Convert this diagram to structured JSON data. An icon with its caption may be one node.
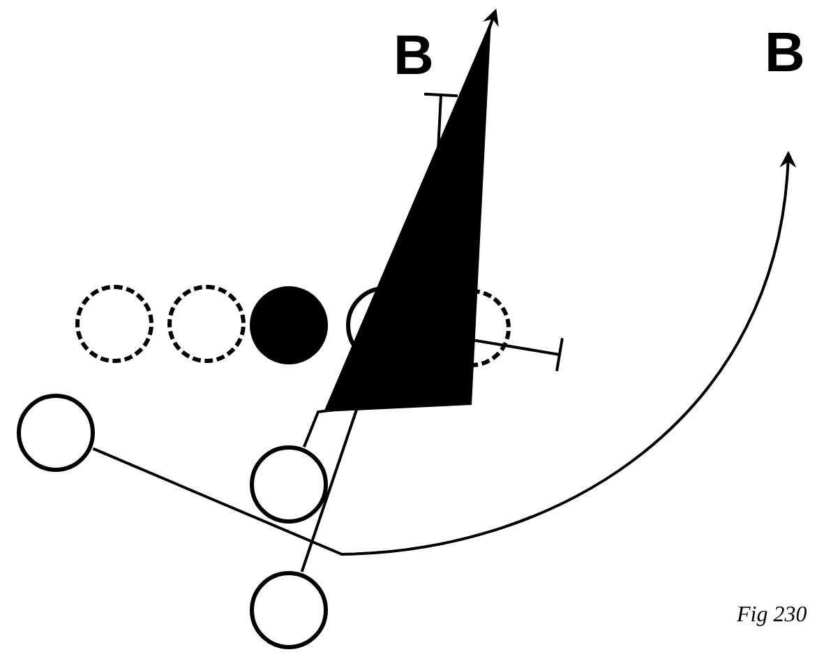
{
  "diagram": {
    "caption": "Fig 230",
    "nodes": [
      {
        "text": [],
        "shape": "circle"
      },
      {
        "text": [],
        "shape": "circle"
      },
      {
        "text": [],
        "shape": "circle"
      },
      {
        "text": [],
        "shape": "circle"
      },
      {
        "text": [],
        "shape": "circle"
      },
      {
        "text": [],
        "shape": "circle"
      },
      {
        "text": [],
        "shape": "circle"
      },
      {
        "text": [],
        "shape": "circle"
      },
      {
        "text": [
          "B"
        ]
      },
      {
        "text": [
          "B"
        ]
      }
    ],
    "edges": [
      {
        "from": 6,
        "to": 8,
        "arrow": "other"
      },
      {
        "from": 7,
        "to": null,
        "arrow": "to"
      },
      {
        "from": 3,
        "to": null,
        "arrow": "other"
      },
      {
        "from": 5,
        "to": null,
        "arrow": "to"
      }
    ],
    "labels": []
  }
}
